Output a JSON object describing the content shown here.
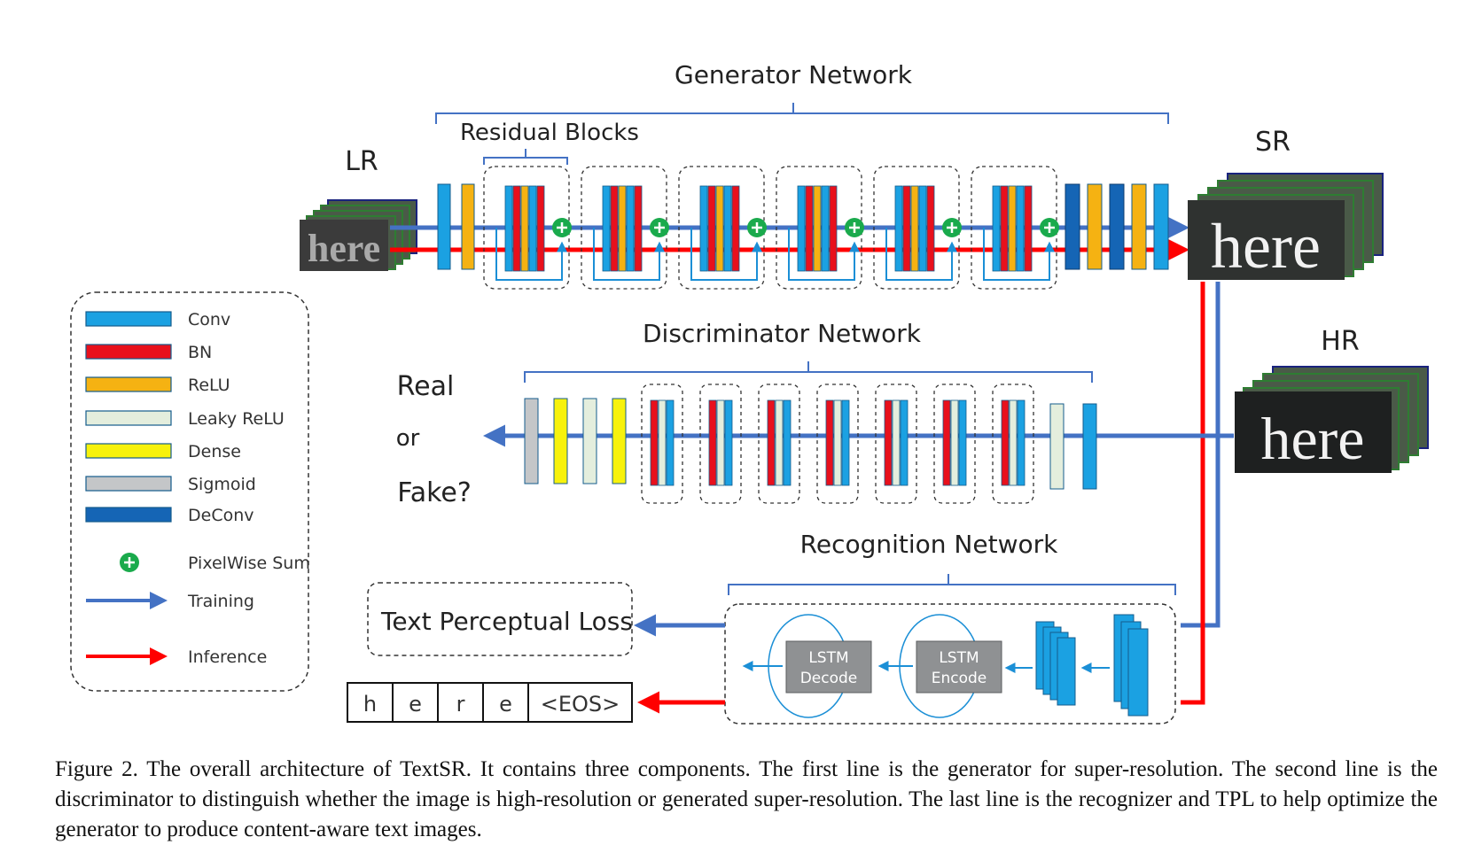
{
  "generator": {
    "title": "Generator Network",
    "residual_label": "Residual Blocks",
    "input_label": "LR",
    "output_label": "SR",
    "input_image_text": "here",
    "output_image_text": "here"
  },
  "discriminator": {
    "title": "Discriminator Network",
    "hr_label": "HR",
    "hr_image_text": "here",
    "output_line1": "Real",
    "output_line2": "or",
    "output_line3": "Fake?"
  },
  "recognition": {
    "title": "Recognition Network",
    "lstm_decode_line1": "LSTM",
    "lstm_decode_line2": "Decode",
    "lstm_encode_line1": "LSTM",
    "lstm_encode_line2": "Encode",
    "loss_label": "Text Perceptual Loss",
    "output_chars": [
      "h",
      "e",
      "r",
      "e",
      "<EOS>"
    ]
  },
  "legend": {
    "items": [
      {
        "label": "Conv",
        "kind": "bar",
        "color": "#1ba1e2"
      },
      {
        "label": "BN",
        "kind": "bar",
        "color": "#e8101c"
      },
      {
        "label": "ReLU",
        "kind": "bar",
        "color": "#f5b212"
      },
      {
        "label": "Leaky ReLU",
        "kind": "bar",
        "color": "#e4eedd"
      },
      {
        "label": "Dense",
        "kind": "bar",
        "color": "#f7f20c"
      },
      {
        "label": "Sigmoid",
        "kind": "bar",
        "color": "#c4c6c8"
      },
      {
        "label": "DeConv",
        "kind": "bar",
        "color": "#1565b5"
      },
      {
        "label": "PixelWise Sum",
        "kind": "sum",
        "color": "#1aaa4c"
      },
      {
        "label": "Training",
        "kind": "arrow",
        "color": "#4472c4"
      },
      {
        "label": "Inference",
        "kind": "arrow",
        "color": "#ff0000"
      }
    ]
  },
  "caption": "Figure 2. The overall architecture of TextSR. It contains three components. The first line is the generator for super-resolution. The second line is the discriminator to distinguish whether the image is high-resolution or generated super-resolution. The last line is the recognizer and TPL to help optimize the generator to produce content-aware text images."
}
